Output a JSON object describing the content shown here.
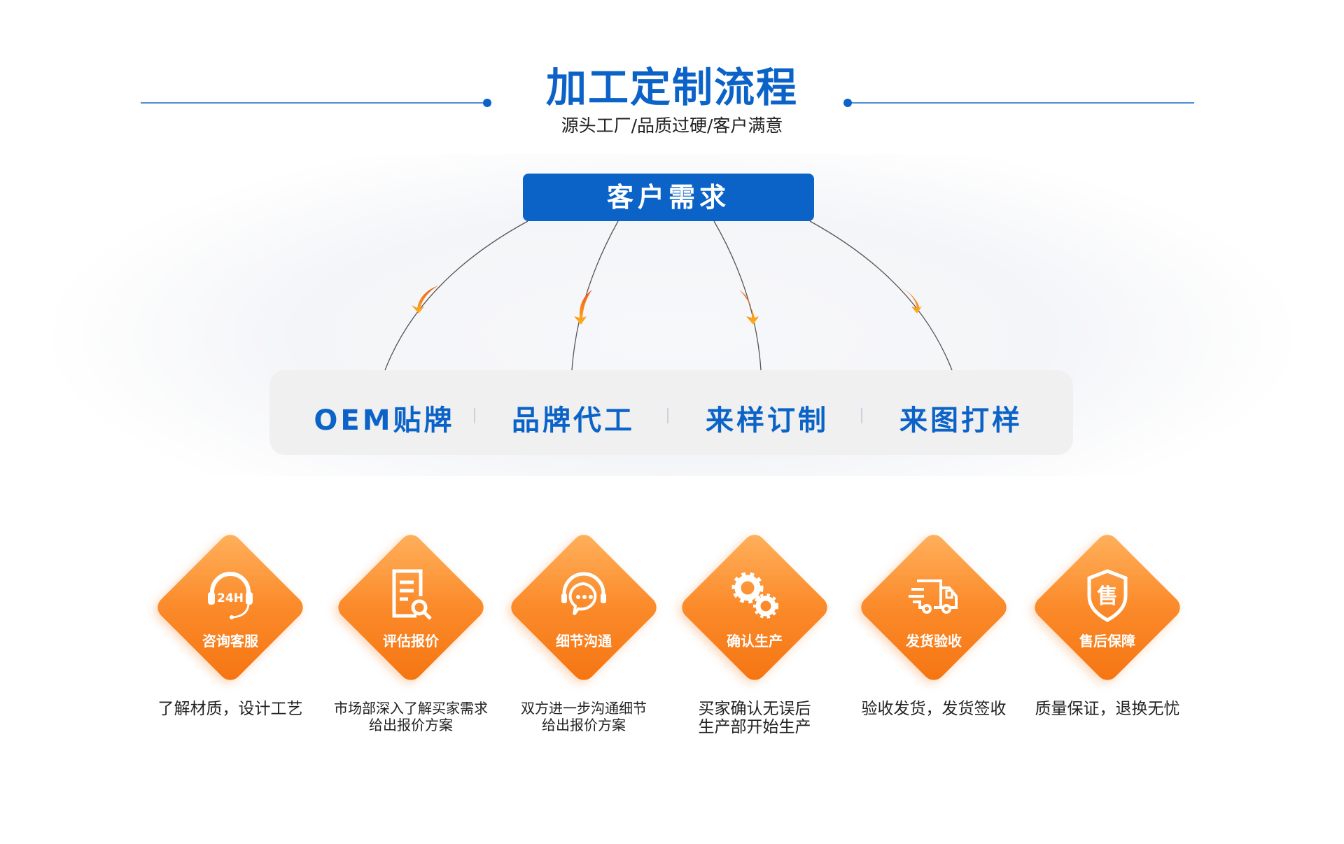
{
  "header": {
    "title": "加工定制流程",
    "subtitle": "源头工厂/品质过硬/客户满意"
  },
  "root": {
    "label": "客户需求"
  },
  "services": [
    {
      "label": "OEM贴牌"
    },
    {
      "label": "品牌代工"
    },
    {
      "label": "来样订制"
    },
    {
      "label": "来图打样"
    }
  ],
  "steps": [
    {
      "icon": "headset-24h-icon",
      "label": "咨询客服",
      "desc": [
        "了解材质，设计工艺"
      ]
    },
    {
      "icon": "document-search-icon",
      "label": "评估报价",
      "desc": [
        "市场部深入了解买家需求",
        "给出报价方案"
      ]
    },
    {
      "icon": "chat-headset-icon",
      "label": "细节沟通",
      "desc": [
        "双方进一步沟通细节",
        "给出报价方案"
      ]
    },
    {
      "icon": "gears-icon",
      "label": "确认生产",
      "desc": [
        "买家确认无误后",
        "生产部开始生产"
      ]
    },
    {
      "icon": "truck-icon",
      "label": "发货验收",
      "desc": [
        "验收发货，发货签收"
      ]
    },
    {
      "icon": "shield-icon",
      "label": "售后保障",
      "desc": [
        "质量保证，退换无忧"
      ]
    }
  ],
  "colors": {
    "blue": "#0b63c8",
    "orange": "#fb8a2a"
  }
}
